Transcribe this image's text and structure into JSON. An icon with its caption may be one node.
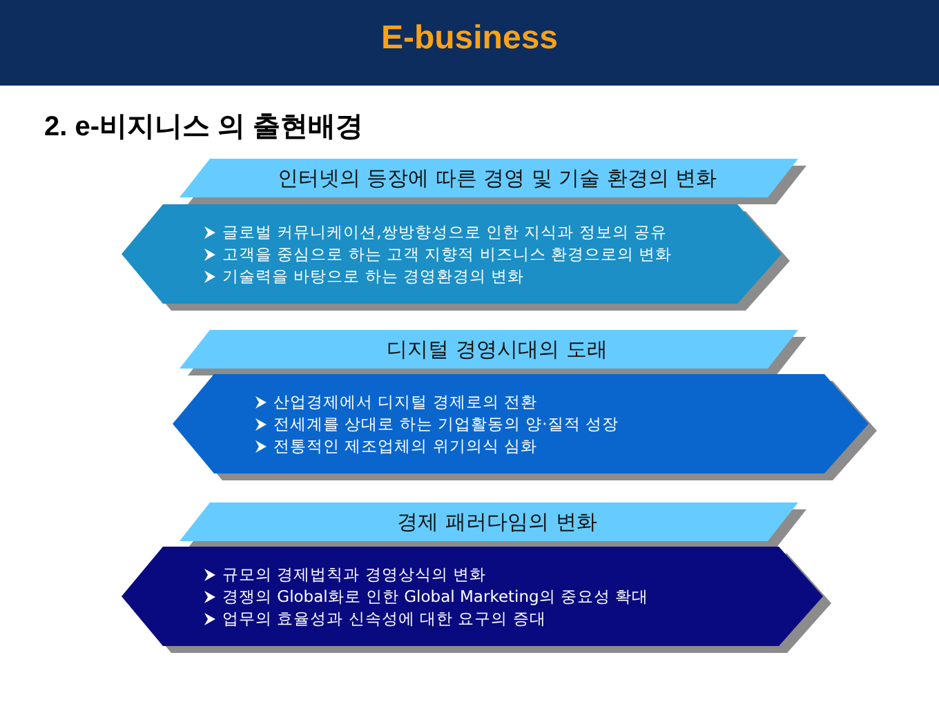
{
  "diagram": {
    "title": "E-business",
    "nodes": [
      {
        "text": [
          "인터넷의 등장에 따른 경영 및 기술 환경의 변화"
        ]
      },
      {
        "text": [
          "글로벌 커뮤니케이션,쌍방향성으로 인한 지식과 정보의 공유",
          "고객을 중심으로 하는 고객 지향적 비즈니스 환경으로의 변화",
          "기술력을 바탕으로 하는 경영환경의 변화"
        ]
      },
      {
        "text": [
          "디지털 경영시대의 도래"
        ]
      },
      {
        "text": [
          "산업경제에서 디지털 경제로의 전환",
          "전세계를 상대로 하는 기업활동의 양·질적 성장",
          "전통적인 제조업체의 위기의식 심화"
        ]
      },
      {
        "text": [
          "경제 패러다임의 변화"
        ]
      },
      {
        "text": [
          "규모의 경제법칙과 경영상식의 변화",
          "경쟁의 Global화로 인한 Global Marketing의 중요성 확대",
          "업무의 효율성과 신속성에 대한 요구의 증대"
        ]
      }
    ],
    "edges": [],
    "labels": [
      "2. e-비지니스 의 출현배경"
    ]
  }
}
